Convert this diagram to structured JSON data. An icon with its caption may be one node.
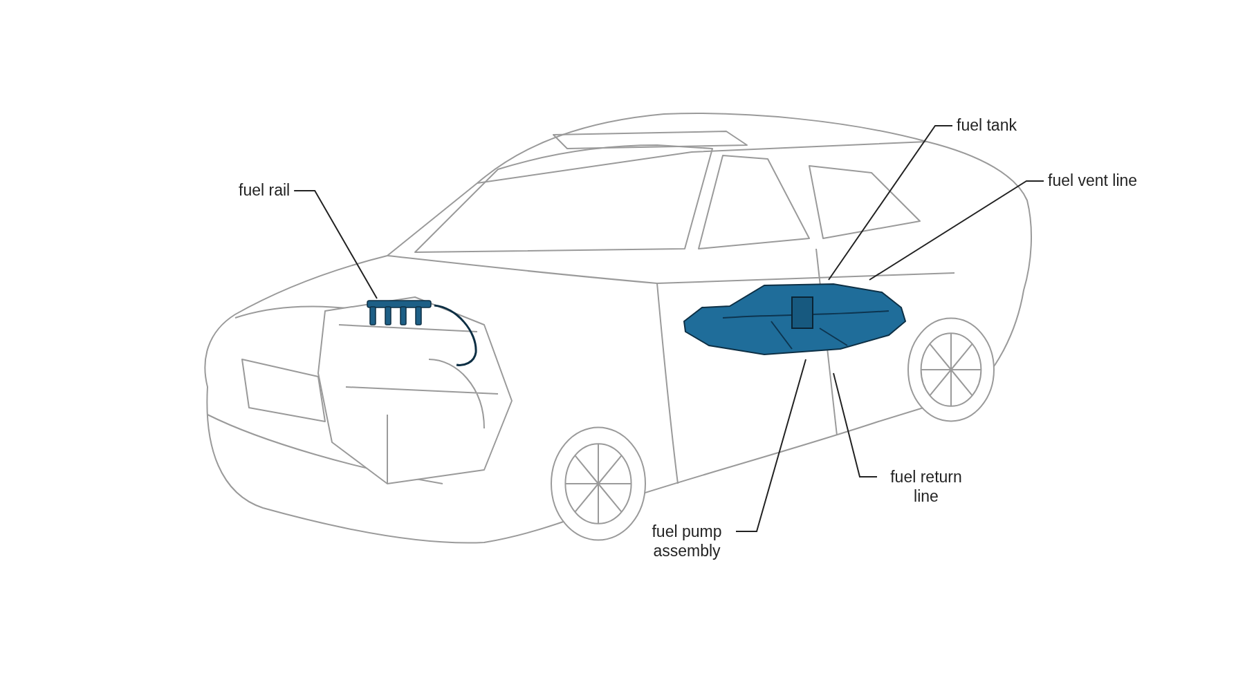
{
  "diagram": {
    "nodes": [
      {
        "text": [
          "fuel rail"
        ]
      },
      {
        "text": [
          "fuel tank"
        ]
      },
      {
        "text": [
          "fuel vent line"
        ]
      },
      {
        "text": [
          "fuel return line"
        ]
      },
      {
        "text": [
          "fuel pump assembly"
        ]
      },
      {
        "text": [],
        "shape": "picture"
      },
      {
        "text": [],
        "shape": "picture"
      }
    ],
    "edges": [
      {
        "from": 0,
        "to": 5,
        "arrow": "none"
      },
      {
        "from": 1,
        "to": 6,
        "arrow": "none"
      },
      {
        "from": 2,
        "to": 6,
        "arrow": "none"
      },
      {
        "from": 3,
        "to": null,
        "arrow": "none"
      },
      {
        "from": 4,
        "to": 6,
        "arrow": "none"
      }
    ]
  }
}
